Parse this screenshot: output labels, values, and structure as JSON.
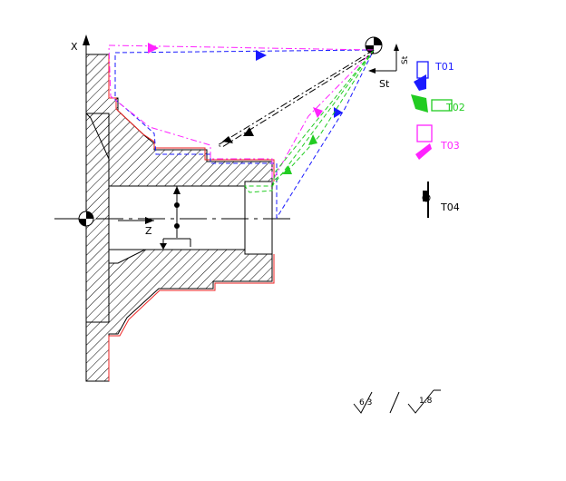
{
  "axes": {
    "x_label": "X",
    "z_label": "Z"
  },
  "toolchange": {
    "label_v": "St",
    "label_h": "St"
  },
  "tools": [
    {
      "label": "T01",
      "color": "#1a1aff"
    },
    {
      "label": "T02",
      "color": "#22cc22"
    },
    {
      "label": "T03",
      "color": "#ff22ff"
    },
    {
      "label": "T04",
      "color": "#000000"
    }
  ],
  "surface_finish": {
    "rough": "6.3",
    "fine": "1.8"
  },
  "colors": {
    "part_outline": "#000000",
    "finish_contour": "#ee2222",
    "rapid_path": "#000000",
    "t01_path": "#1a1aff",
    "t02_path": "#22cc22",
    "t03_path": "#ff22ff"
  }
}
